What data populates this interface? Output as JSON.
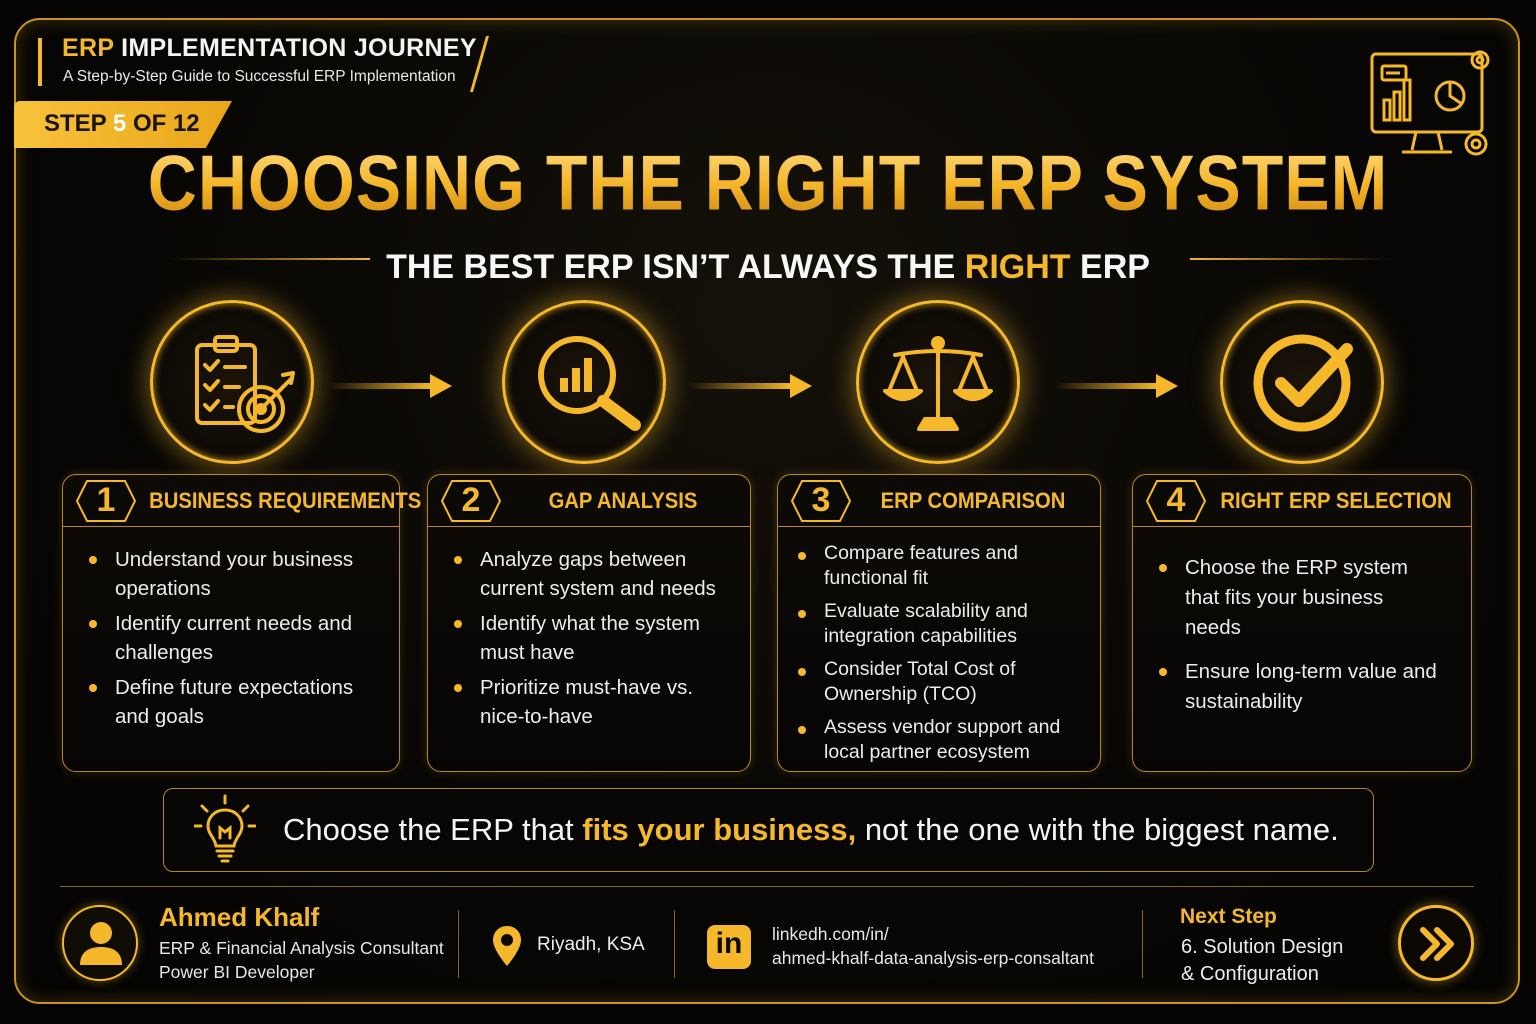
{
  "header": {
    "series_title_accent": "ERP",
    "series_title_rest": " IMPLEMENTATION JOURNEY",
    "series_subtitle": "A Step-by-Step Guide to Successful ERP Implementation",
    "step_prefix": "STEP ",
    "step_current": "5",
    "step_suffix": " OF 12"
  },
  "title": {
    "main": "CHOOSING THE RIGHT ERP SYSTEM",
    "sub_before": "THE BEST ERP ISN’T ALWAYS THE ",
    "sub_accent": "RIGHT",
    "sub_after": " ERP"
  },
  "icons": [
    "checklist-target-icon",
    "magnifier-chart-icon",
    "scales-icon",
    "check-circle-icon"
  ],
  "steps": [
    {
      "number": "1",
      "title": "BUSINESS REQUIREMENTS",
      "bullets": [
        "Understand your business operations",
        "Identify current needs and challenges",
        "Define future expectations and goals"
      ]
    },
    {
      "number": "2",
      "title": "GAP ANALYSIS",
      "bullets": [
        "Analyze gaps between current system and needs",
        "Identify what the system must have",
        "Prioritize must-have vs. nice-to-have"
      ]
    },
    {
      "number": "3",
      "title": "ERP COMPARISON",
      "bullets": [
        "Compare features and functional fit",
        "Evaluate scalability and integration capabilities",
        "Consider Total Cost of Ownership (TCO)",
        "Assess vendor support and local partner ecosystem"
      ]
    },
    {
      "number": "4",
      "title": "RIGHT ERP SELECTION",
      "bullets": [
        "Choose the ERP system that fits your business needs",
        "Ensure long-term value and sustainability"
      ]
    }
  ],
  "quote": {
    "before": "Choose the ERP that ",
    "accent": "fits your business,",
    "after": " not the one with the biggest name."
  },
  "footer": {
    "name": "Ahmed Khalf",
    "role_1": "ERP & Financial Analysis Consultant",
    "role_2": "Power BI Developer",
    "location": "Riyadh, KSA",
    "linkedin_badge": "in",
    "linkedin_1": "linkedh.com/in/",
    "linkedin_2": "ahmed-khalf-data-analysis-erp-consaltant",
    "next_label": "Next Step",
    "next_1": "6. Solution Design",
    "next_2": "& Configuration"
  },
  "colors": {
    "accent": "#f5b82a",
    "background": "#050403",
    "text": "#f2f2f2"
  }
}
